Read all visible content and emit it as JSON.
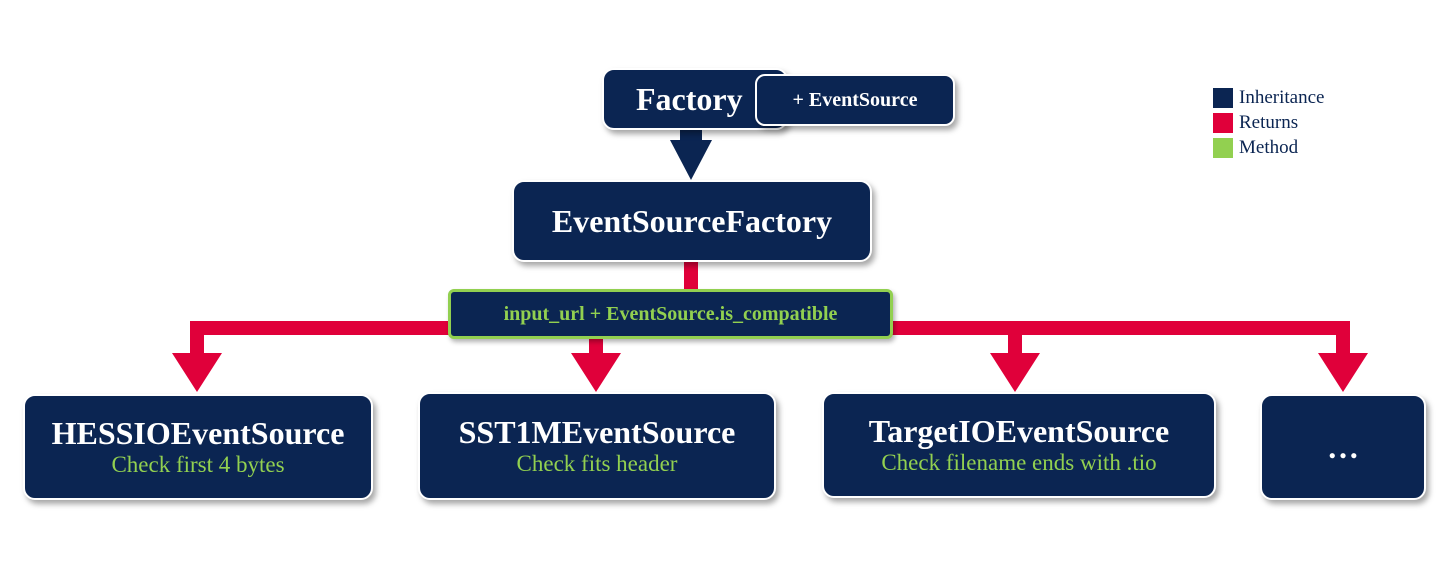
{
  "colors": {
    "inheritance": "#0b2552",
    "returns": "#e0003a",
    "method": "#92d050"
  },
  "factory": {
    "title": "Factory",
    "badge": "+ EventSource"
  },
  "event_source_factory": {
    "title": "EventSourceFactory"
  },
  "method_box": {
    "label": "input_url + EventSource.is_compatible"
  },
  "sources": [
    {
      "title": "HESSIOEventSource",
      "check": "Check first 4 bytes"
    },
    {
      "title": "SST1MEventSource",
      "check": "Check fits header"
    },
    {
      "title": "TargetIOEventSource",
      "check": "Check filename ends with .tio"
    },
    {
      "title": "…",
      "check": ""
    }
  ],
  "legend": {
    "items": [
      {
        "label": "Inheritance",
        "color": "#0b2552"
      },
      {
        "label": "Returns",
        "color": "#e0003a"
      },
      {
        "label": "Method",
        "color": "#92d050"
      }
    ]
  }
}
